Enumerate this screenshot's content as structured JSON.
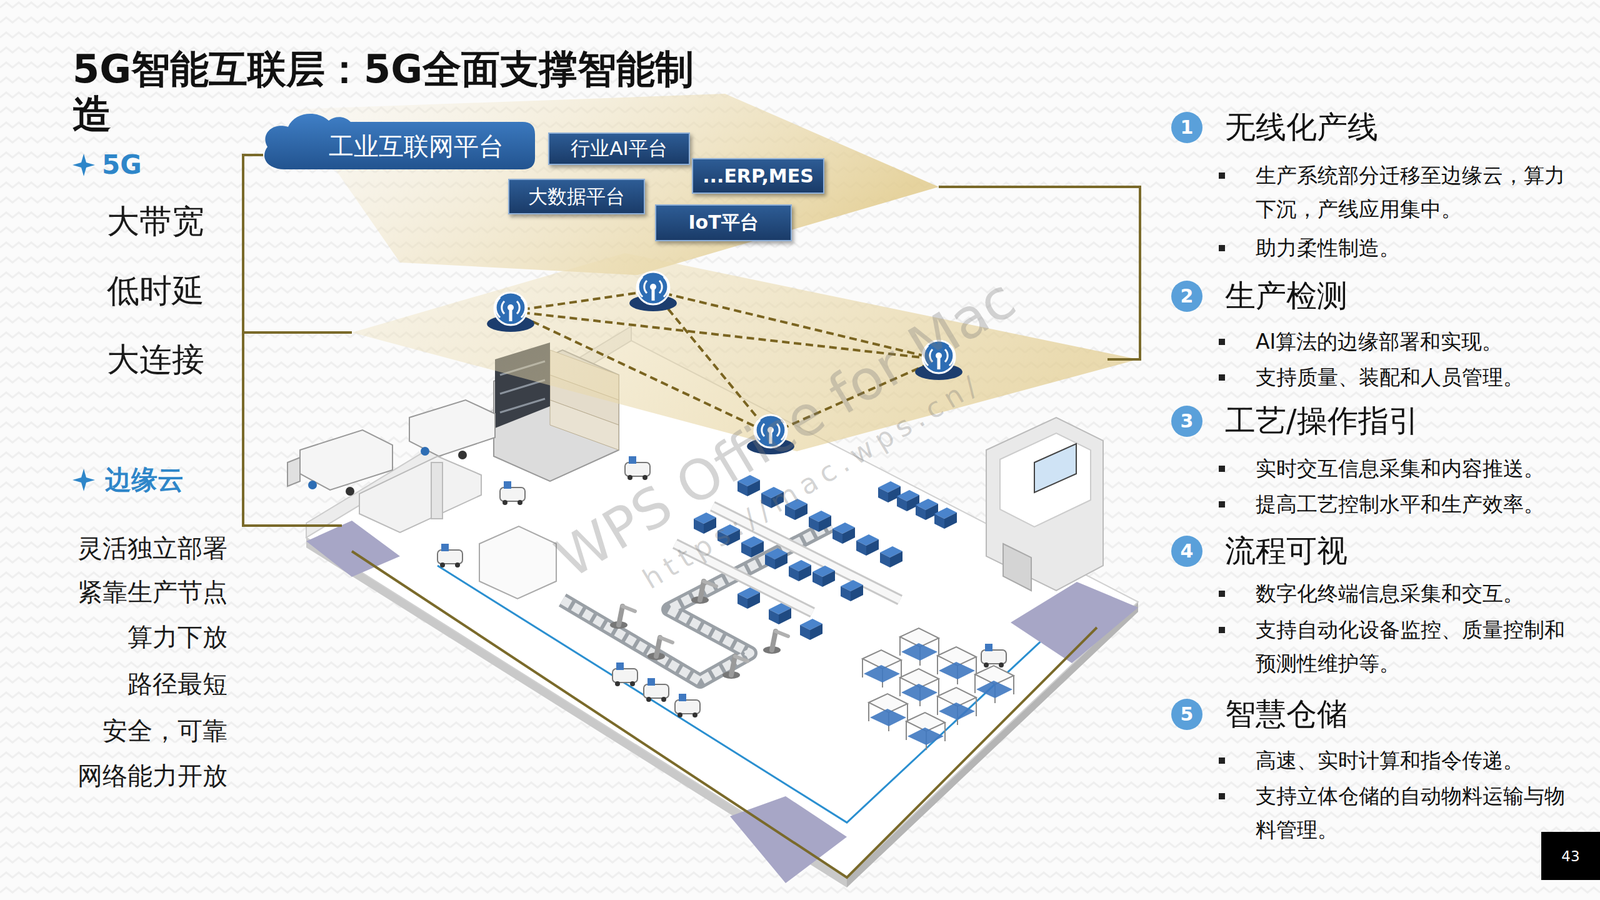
{
  "diagram": {
    "title": "5G智能互联层：5G全面支撑智能制造",
    "nodes": [
      {
        "text": [
          "工业互联网平台"
        ]
      },
      {
        "text": [
          "行业AI平台"
        ]
      },
      {
        "text": [
          "大数据平台"
        ]
      },
      {
        "text": [
          "...ERP,MES"
        ]
      },
      {
        "text": [
          "IoT平台"
        ]
      },
      {
        "text": [
          "43"
        ]
      }
    ],
    "labels": [
      "5G",
      "大带宽",
      "低时延",
      "大连接",
      "边缘云",
      "灵活独立部署",
      "紧靠生产节点",
      "算力下放",
      "路径最短",
      "安全，可靠",
      "网络能力开放",
      "1",
      "无线化产线",
      "生产系统部分迁移至边缘云，算力下沉，产线应用集中。",
      "助力柔性制造。",
      "2",
      "生产检测",
      "AI算法的边缘部署和实现。",
      "支持质量、装配和人员管理。",
      "3",
      "工艺/操作指引",
      "实时交互信息采集和内容推送。",
      "提高工艺控制水平和生产效率。",
      "4",
      "流程可视",
      "数字化终端信息采集和交互。",
      "支持自动化设备监控、质量控制和预测性维护等。",
      "5",
      "智慧仓储",
      "高速、实时计算和指令传递。",
      "支持立体仓储的自动物料运输与物料管理。",
      "WPS Office for Mac",
      "https://mac.wps.cn/"
    ]
  }
}
